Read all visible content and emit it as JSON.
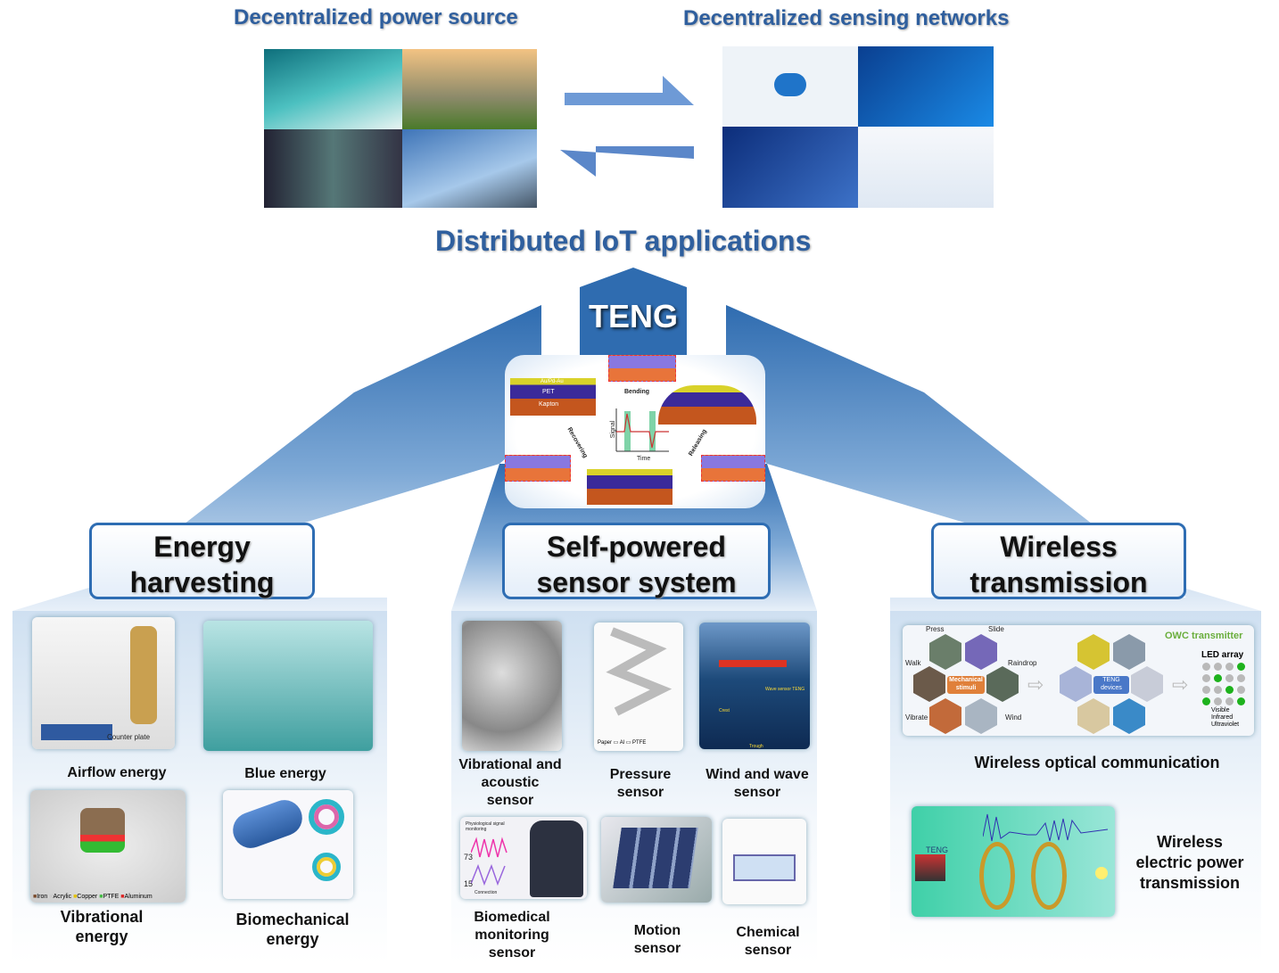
{
  "top": {
    "power_title": "Decentralized power source",
    "sensing_title": "Decentralized sensing networks",
    "iot_title": "Distributed IoT applications"
  },
  "teng": {
    "label": "TENG",
    "layers": [
      "Au/Pd-Au",
      "PET",
      "Kapton"
    ],
    "steps": [
      "Bending",
      "Releasing",
      "Recovering"
    ],
    "axis_signal": "Signal",
    "axis_time": "Time"
  },
  "sections": {
    "energy": {
      "title_line1": "Energy",
      "title_line2": "harvesting",
      "items": [
        {
          "label": "Airflow energy",
          "note": "Counter plate"
        },
        {
          "label": "Blue energy"
        },
        {
          "label_line1": "Vibrational",
          "label_line2": "energy",
          "legend": [
            "Iron",
            "Acrylic",
            "Copper",
            "PTFE",
            "Aluminum"
          ]
        },
        {
          "label_line1": "Biomechanical",
          "label_line2": "energy"
        }
      ]
    },
    "sensor": {
      "title_line1": "Self-powered",
      "title_line2": "sensor system",
      "items": [
        {
          "label": "Vibrational and acoustic sensor"
        },
        {
          "label": "Pressure sensor",
          "legend": [
            "Paper",
            "Al",
            "PTFE"
          ]
        },
        {
          "label": "Wind and wave sensor",
          "note": "Wave sensor TENG",
          "crest": "Crest",
          "trough": "Trough"
        },
        {
          "label": "Biomedical monitoring sensor",
          "note": "Physiological signal monitoring",
          "pulse": "73",
          "breath": "15",
          "connection": "Connection"
        },
        {
          "label": "Motion sensor"
        },
        {
          "label": "Chemical sensor"
        }
      ]
    },
    "wireless": {
      "title_line1": "Wireless",
      "title_line2": "transmission",
      "owc": {
        "stimuli": [
          "Press",
          "Slide",
          "Walk",
          "Raindrop",
          "Vibrate",
          "Wind"
        ],
        "center_label": "Mechanical stimuli",
        "teng_label": "TENG devices",
        "transmitter": "OWC transmitter",
        "led_title": "LED array",
        "led_types": [
          "Visible",
          "Infrared",
          "Ultraviolet"
        ],
        "caption": "Wireless optical communication"
      },
      "power": {
        "teng_tag": "TENG",
        "caption_line1": "Wireless",
        "caption_line2": "electric power",
        "caption_line3": "transmission"
      }
    }
  },
  "colors": {
    "accent_blue": "#2e6db3",
    "title_blue": "#2f5f9e",
    "owc_green": "#6aae3c"
  }
}
